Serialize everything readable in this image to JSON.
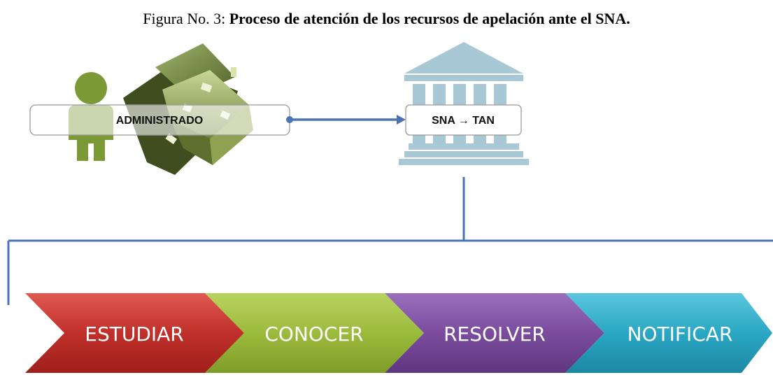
{
  "figure": {
    "caption_prefix": "Figura No. 3: ",
    "caption_title": "Proceso de atención de los recursos de apelación ante el SNA."
  },
  "nodes": {
    "administrado": "ADMINISTRADO",
    "sna_tan": "SNA → TAN"
  },
  "steps": [
    {
      "label": "ESTUDIAR",
      "color": "#c0302a"
    },
    {
      "label": "CONOCER",
      "color": "#9bbb3c"
    },
    {
      "label": "RESOLVER",
      "color": "#7b4c9e"
    },
    {
      "label": "NOTIFICAR",
      "color": "#2aa7c4"
    }
  ],
  "colors": {
    "connector": "#4a74b4",
    "person": "#7b9a36",
    "building": "#a9c8d6"
  }
}
